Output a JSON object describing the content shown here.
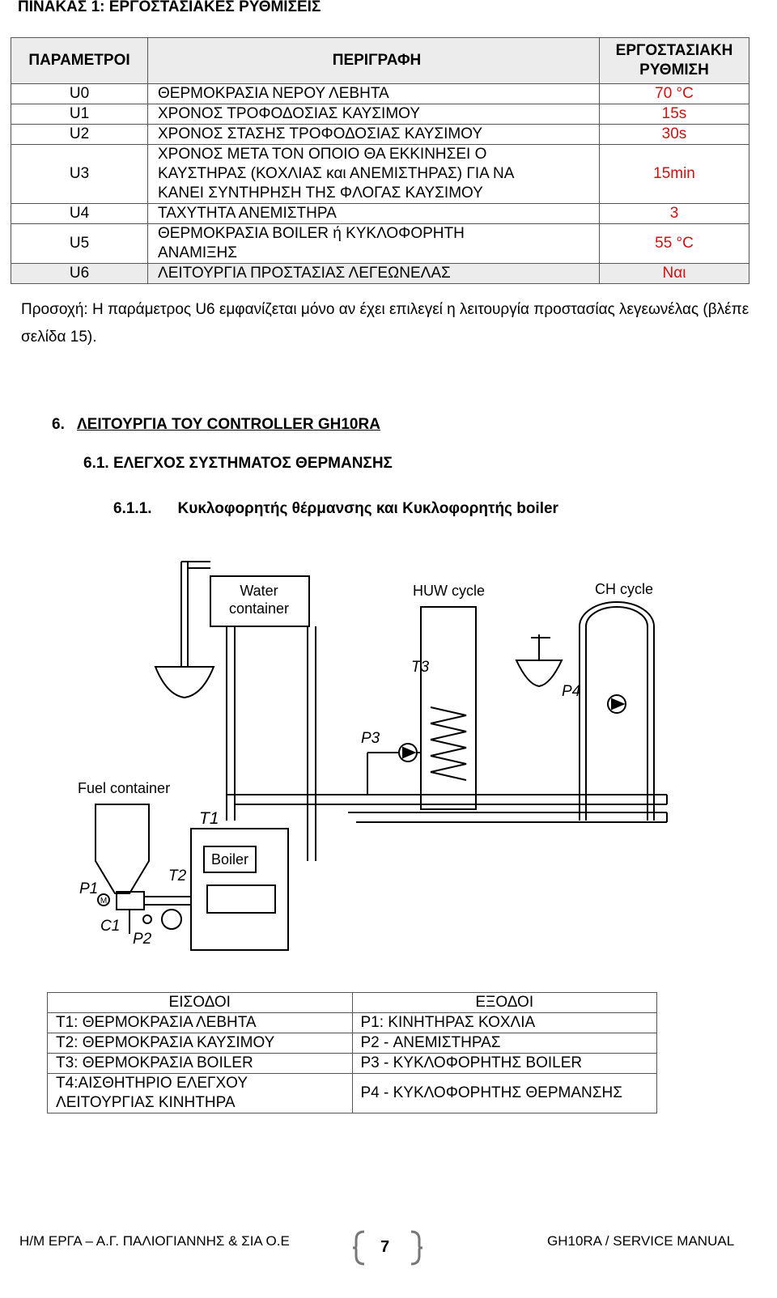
{
  "title": "ΠΙΝΑΚΑΣ 1: ΕΡΓΟΣΤΑΣΙΑΚΕΣ ΡΥΘΜΙΣΕΙΣ",
  "params_table": {
    "headers": {
      "param": "ΠΑΡΑΜΕΤΡΟΙ",
      "desc": "ΠΕΡΙΓΡΑΦΗ",
      "value": "ΕΡΓΟΣΤΑΣΙΑΚΗ ΡΥΘΜΙΣΗ"
    },
    "rows": [
      {
        "param": "U0",
        "desc": "ΘΕΡΜΟΚΡΑΣΙΑ ΝΕΡΟΥ ΛΕΒΗΤΑ",
        "value": "70 °C"
      },
      {
        "param": "U1",
        "desc": "ΧΡΟΝΟΣ ΤΡΟΦΟΔΟΣΙΑΣ ΚΑΥΣΙΜΟΥ",
        "value": "15s"
      },
      {
        "param": "U2",
        "desc": "ΧΡΟΝΟΣ ΣΤΑΣΗΣ ΤΡΟΦΟΔΟΣΙΑΣ  ΚΑΥΣΙΜΟΥ",
        "value": "30s"
      },
      {
        "param": "U3",
        "desc_lines": [
          "ΧΡΟΝΟΣ ΜΕΤΑ ΤΟΝ ΟΠΟΙΟ ΘΑ ΕΚΚΙΝΗΣΕΙ Ο",
          "ΚΑΥΣΤΗΡΑΣ (ΚΟΧΛΙΑΣ και ΑΝΕΜΙΣΤΗΡΑΣ) ΓΙΑ ΝΑ",
          "ΚΑΝΕΙ ΣΥΝΤΗΡΗΣΗ ΤΗΣ ΦΛΟΓΑΣ ΚΑΥΣΙΜΟΥ"
        ],
        "value": "15min"
      },
      {
        "param": "U4",
        "desc": "ΤΑΧΥΤΗΤΑ ΑΝΕΜΙΣΤΗΡΑ",
        "value": "3"
      },
      {
        "param": "U5",
        "desc_lines": [
          "ΘΕΡΜΟΚΡΑΣΙΑ BOILER ή ΚΥΚΛΟΦΟΡΗΤΗ",
          "ΑΝΑΜΙΞΗΣ"
        ],
        "value": "55 °C"
      },
      {
        "param": "U6",
        "desc": "ΛΕΙΤΟΥΡΓΙΑ ΠΡΟΣΤΑΣΙΑΣ ΛΕΓΕΩΝΕΛΑΣ",
        "value": "Ναι"
      }
    ]
  },
  "note": "Προσοχή: Η παράμετρος U6 εμφανίζεται μόνο αν έχει επιλεγεί η λειτουργία προστασίας λεγεωνέλας (βλέπε σελίδα 15).",
  "section": {
    "num": "6.",
    "title": "ΛΕΙΤΟΥΡΓΙΑ ΤΟΥ CONTROLLER GH10RA"
  },
  "subsection": "6.1. ΕΛΕΓΧΟΣ ΣΥΣΤΗΜΑΤΟΣ ΘΕΡΜΑΝΣΗΣ",
  "subsubsection": {
    "num": "6.1.1.",
    "title": "Κυκλοφορητής θέρμανσης και Κυκλοφορητής boiler"
  },
  "diagram": {
    "water_container": [
      "Water",
      "container"
    ],
    "huw_cycle": "HUW cycle",
    "ch_cycle": "CH cycle",
    "fuel_container": "Fuel container",
    "boiler": "Boiler",
    "labels": {
      "t1": "T1",
      "t2": "T2",
      "t3": "T3",
      "p1": "P1",
      "p2": "P2",
      "p3": "P3",
      "p4": "P4",
      "c1": "C1",
      "m": "M"
    }
  },
  "io_table": {
    "headers": {
      "inputs": "ΕΙΣΟΔΟΙ",
      "outputs": "ΕΞΟΔΟΙ"
    },
    "rows": [
      {
        "in": "T1: ΘΕΡΜΟΚΡΑΣΙΑ ΛΕΒΗΤΑ",
        "out": "P1:  ΚΙΝΗΤΗΡΑΣ ΚΟΧΛΙΑ"
      },
      {
        "in": "T2: ΘΕΡΜΟΚΡΑΣΙΑ ΚΑΥΣΙΜΟΥ",
        "out": "P2 - ΑΝΕΜΙΣΤΗΡΑΣ"
      },
      {
        "in": "T3: ΘΕΡΜΟΚΡΑΣΙΑ BOILER",
        "out": "P3 - ΚΥΚΛΟΦΟΡΗΤΗΣ BOILER"
      },
      {
        "in_lines": [
          "T4:ΑΙΣΘΗΤΗΡΙΟ  ΕΛΕΓΧΟΥ",
          "ΛΕΙΤΟΥΡΓΙΑΣ  ΚΙΝΗΤΗΡΑ"
        ],
        "out": "P4 - ΚΥΚΛΟΦΟΡΗΤΗΣ ΘΕΡΜΑΝΣΗΣ"
      }
    ]
  },
  "footer": {
    "left": "Η/Μ ΕΡΓΑ – Α.Γ. ΠΑΛΙΟΓΙΑΝΝΗΣ & ΣΙΑ Ο.Ε",
    "page": "7",
    "right": "GH10RA  /  SERVICE MANUAL"
  }
}
